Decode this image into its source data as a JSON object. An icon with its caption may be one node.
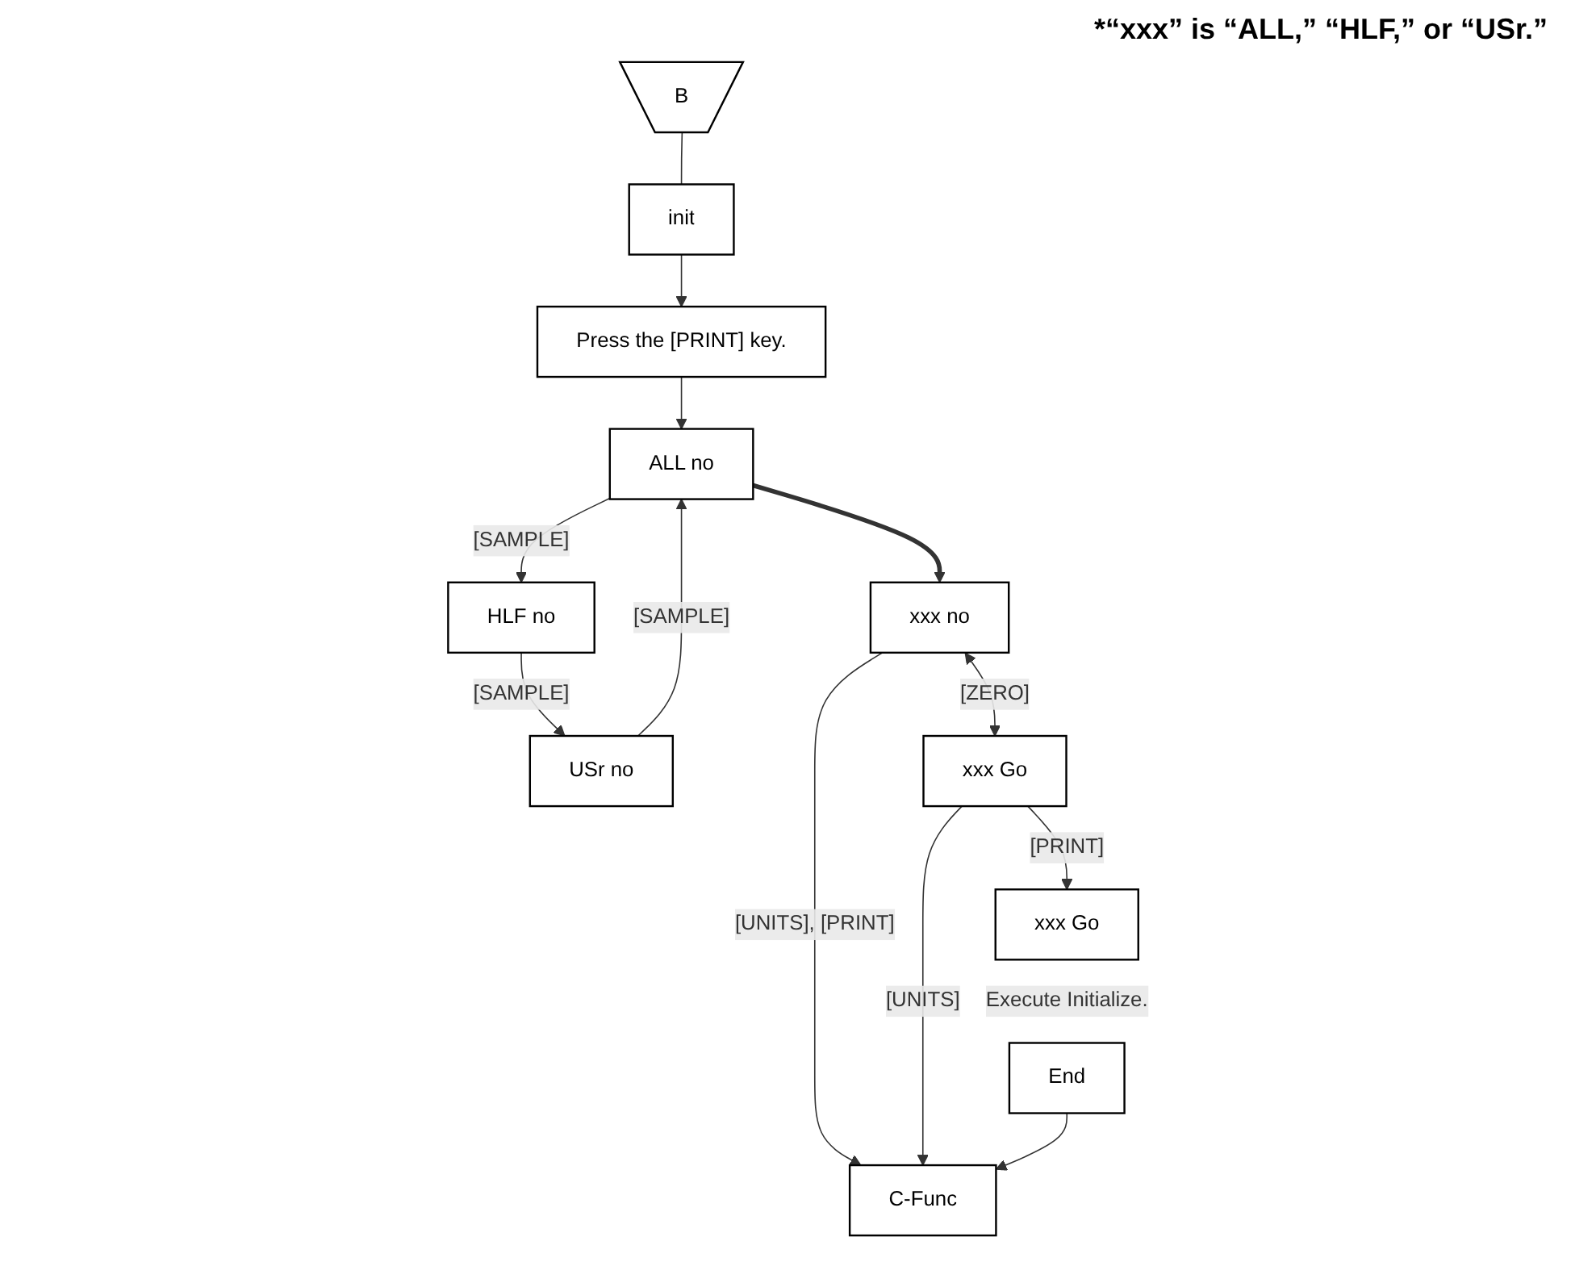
{
  "diagram": {
    "nodes": [
      {
        "text": [
          "B"
        ]
      },
      {
        "text": [
          "init"
        ]
      },
      {
        "text": [
          "Press the [PRINT] key."
        ]
      },
      {
        "text": [
          "ALL no"
        ]
      },
      {
        "text": [
          "HLF no"
        ]
      },
      {
        "text": [
          "USr no"
        ]
      },
      {
        "text": [
          "xxx no"
        ]
      },
      {
        "text": [
          "xxx Go"
        ]
      },
      {
        "text": [
          "xxx Go"
        ],
        "beside": [
          "Execute Initialize."
        ]
      },
      {
        "text": [
          "End"
        ]
      },
      {
        "text": [
          "C-Func"
        ]
      }
    ],
    "edges": [
      {
        "from": 0,
        "to": 1,
        "arrow": "none"
      },
      {
        "from": 1,
        "to": 2,
        "arrow": "to"
      },
      {
        "from": 2,
        "to": 3,
        "arrow": "to"
      },
      {
        "from": 3,
        "to": 4,
        "arrow": "to",
        "label": "[SAMPLE]"
      },
      {
        "from": 4,
        "to": 5,
        "arrow": "to",
        "label": "[SAMPLE]"
      },
      {
        "from": 5,
        "to": 3,
        "arrow": "to",
        "label": "[SAMPLE]"
      },
      {
        "from": 3,
        "to": 6,
        "arrow": "to",
        "style": "thick"
      },
      {
        "from": 6,
        "to": 7,
        "arrow": "both",
        "label": "[ZERO]"
      },
      {
        "from": 6,
        "to": 10,
        "arrow": "to",
        "label": "[UNITS], [PRINT]"
      },
      {
        "from": 7,
        "to": 10,
        "arrow": "to",
        "label": "[UNITS]"
      },
      {
        "from": 7,
        "to": 8,
        "arrow": "to",
        "label": "[PRINT]"
      },
      {
        "from": 9,
        "to": 10,
        "arrow": "to"
      }
    ],
    "labels": [
      "*“xxx” is “ALL,” “HLF,” or “USr.”"
    ]
  }
}
